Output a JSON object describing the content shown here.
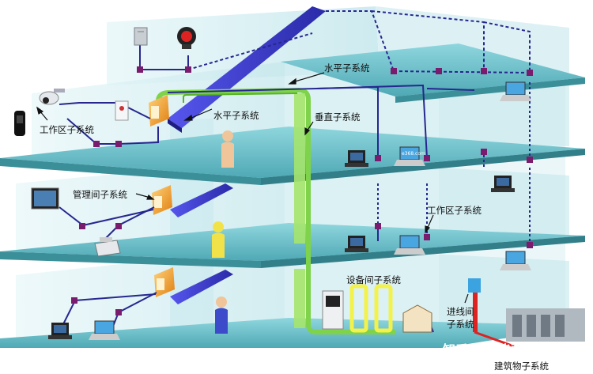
{
  "labels": {
    "horizontal_top": "水平子系统",
    "horizontal_mid": "水平子系统",
    "vertical": "垂直子系统",
    "work_area_left": "工作区子系统",
    "admin": "管理间子系统",
    "work_area_right": "工作区子系统",
    "equipment_room": "设备间子系统",
    "entrance_line1": "进线间",
    "entrance_line2": "子系统",
    "building": "建筑物子系统"
  },
  "watermark": "知乎 @智能弱电圈",
  "laptop_screen_text": "e368.com",
  "colors": {
    "floor": "#6fc3cc",
    "wall": "#dcf1f4",
    "cable": "#27278f",
    "outlet": "#7a1c6e",
    "horizontal_tray": "#3b3bd1",
    "vertical_riser": "#7fd34a",
    "rack": "#f2f24a",
    "panel": "#f29a1e"
  }
}
